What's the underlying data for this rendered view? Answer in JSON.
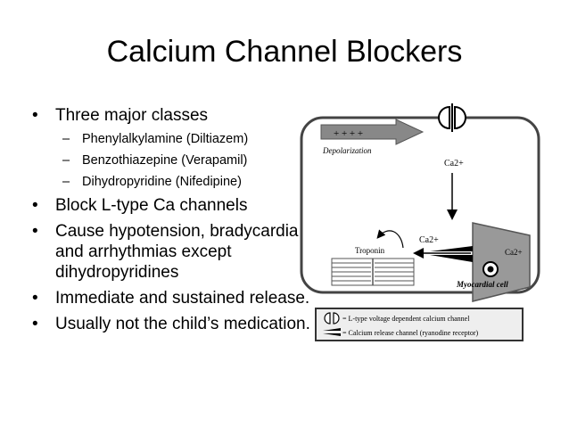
{
  "slide": {
    "title": "Calcium Channel Blockers",
    "bullets": [
      {
        "text": "Three major classes"
      },
      {
        "text": "Phenylalkylamine (Diltiazem)",
        "sub": true
      },
      {
        "text": "Benzothiazepine (Verapamil)",
        "sub": true
      },
      {
        "text": "Dihydropyridine (Nifedipine)",
        "sub": true
      },
      {
        "text": "Block L-type Ca channels"
      },
      {
        "text": "Cause hypotension, bradycardia and arrhythmias except dihydropyridines"
      },
      {
        "text": "Immediate and sustained release."
      },
      {
        "text": "Usually not the child’s medication."
      }
    ]
  },
  "diagram": {
    "charges": "+ + + +",
    "depolarization": "Depolarization",
    "ca_top": "Ca2+",
    "ca_mid": "Ca2+",
    "ca_right": "Ca2+",
    "troponin": "Troponin",
    "cell": "Myocardial cell",
    "legend_l_type": "= L-type voltage dependent calcium channel",
    "legend_release": "= Calcium release channel (ryanodine receptor)"
  }
}
